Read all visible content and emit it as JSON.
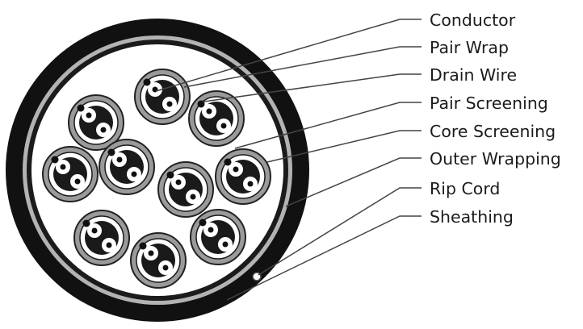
{
  "labels": [
    {
      "id": "conductor",
      "text": "Conductor"
    },
    {
      "id": "pair-wrap",
      "text": "Pair Wrap"
    },
    {
      "id": "drain-wire",
      "text": "Drain Wire"
    },
    {
      "id": "pair-screening",
      "text": "Pair Screening"
    },
    {
      "id": "core-screening",
      "text": "Core Screening"
    },
    {
      "id": "outer-wrapping",
      "text": "Outer Wrapping"
    },
    {
      "id": "rip-cord",
      "text": "Rip Cord"
    },
    {
      "id": "sheathing",
      "text": "Sheathing"
    }
  ],
  "colors": {
    "sheath": "#111111",
    "outer_wrap": "#b3b3b3",
    "core": "#ffffff",
    "pair_screen": "#9a9a9a",
    "pair_wrap": "#1a1a1a",
    "conductor": "#111111",
    "leader_line": "#444444"
  }
}
